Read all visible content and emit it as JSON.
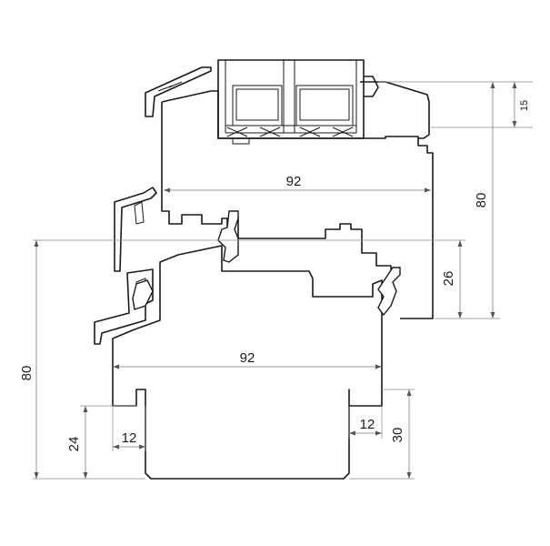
{
  "dimensions": {
    "sash_width": "92",
    "sash_height": "80",
    "top_offset": "15",
    "overlap": "26",
    "frame_width": "92",
    "frame_height": "80",
    "left_rebate_width": "12",
    "right_rebate_width": "12",
    "left_rebate_depth": "24",
    "right_rebate_depth": "30"
  }
}
